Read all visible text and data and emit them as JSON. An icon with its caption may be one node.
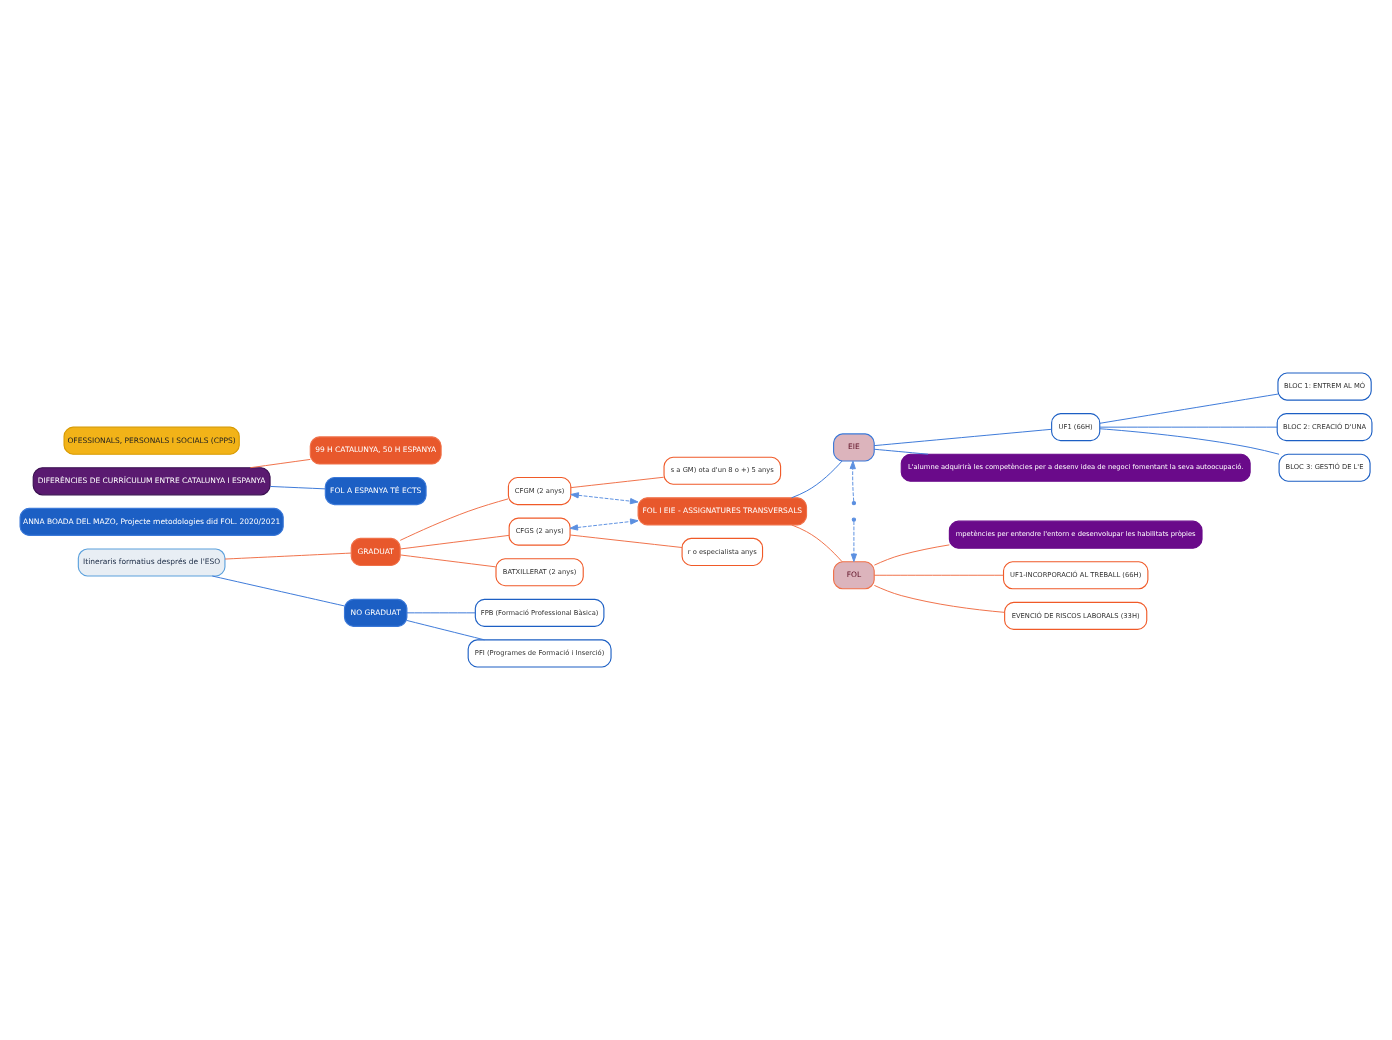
{
  "diagram": {
    "nodes": [
      {
        "text": [
          "Itineraris formatius després de l'ESO"
        ]
      },
      {
        "text": [
          "GRADUAT"
        ]
      },
      {
        "text": [
          "BATXILLERAT (2 anys)"
        ]
      },
      {
        "text": [
          "CFGM (2 anys)"
        ]
      },
      {
        "text": [
          "s a GM) ota d'un 8 o +) 5 anys"
        ]
      },
      {
        "text": [
          "CFGS (2 anys)"
        ]
      },
      {
        "text": [
          "r o especialista anys"
        ]
      },
      {
        "text": [
          "NO GRADUAT"
        ]
      },
      {
        "text": [
          "PFI (Programes de Formació i Inserció)"
        ]
      },
      {
        "text": [
          "FPB (Formació Professional Bàsica)"
        ]
      },
      {
        "text": [
          "ANNA BOADA DEL MAZO, Projecte metodologies did FOL. 2020/2021"
        ]
      },
      {
        "text": [
          "FOL I EIE - ASSIGNATURES TRANSVERSALS"
        ]
      },
      {
        "text": [
          "FOL"
        ]
      },
      {
        "text": [
          "mpetències per entendre l'entorn e desenvolupar les habilitats pròpies"
        ]
      },
      {
        "text": [
          "UF1-INCORPORACIÓ AL TREBALL (66H)"
        ]
      },
      {
        "text": [
          "EVENCIÓ DE RISCOS LABORALS (33H)"
        ]
      },
      {
        "text": [
          "EIE"
        ]
      },
      {
        "text": [
          "L'alumne adquirirà les competències per a desenv idea de negoci fomentant la seva autoocupació."
        ]
      },
      {
        "text": [
          "UF1 (66H)"
        ]
      },
      {
        "text": [
          "BLOC 1: ENTREM AL MÓ"
        ]
      },
      {
        "text": [
          "BLOC 2: CREACIÓ D'UNA"
        ]
      },
      {
        "text": [
          "BLOC 3: GESTIÓ DE L'E"
        ]
      },
      {
        "text": [
          "DIFERÈNCIES DE CURRÍCULUM ENTRE CATALUNYA I ESPANYA"
        ]
      },
      {
        "text": [
          "99 H CATALUNYA, 50 H ESPANYA"
        ]
      },
      {
        "text": [
          "FOL A ESPANYA TÉ ECTS"
        ]
      },
      {
        "text": [
          "OFESSIONALS, PERSONALS I SOCIALS (CPPS)"
        ]
      }
    ],
    "edges": [
      {
        "from": 0,
        "to": 1,
        "arrow": "none",
        "color": "#f07048"
      },
      {
        "from": 1,
        "to": 2,
        "arrow": "none",
        "color": "#f07048"
      },
      {
        "from": 1,
        "to": 3,
        "arrow": "none",
        "color": "#f07048"
      },
      {
        "from": 1,
        "to": 5,
        "arrow": "none",
        "color": "#f07048"
      },
      {
        "from": 3,
        "to": 4,
        "arrow": "none",
        "color": "#f07048"
      },
      {
        "from": 5,
        "to": 6,
        "arrow": "none",
        "color": "#f07048"
      },
      {
        "from": 0,
        "to": 7,
        "arrow": "none",
        "color": "#3a78d8"
      },
      {
        "from": 7,
        "to": 8,
        "arrow": "none",
        "color": "#3a78d8"
      },
      {
        "from": 7,
        "to": 9,
        "arrow": "none",
        "color": "#3a78d8"
      },
      {
        "from": 11,
        "to": 12,
        "arrow": "none",
        "color": "#f07048"
      },
      {
        "from": 12,
        "to": 13,
        "arrow": "none",
        "color": "#f07048"
      },
      {
        "from": 12,
        "to": 14,
        "arrow": "none",
        "color": "#f07048"
      },
      {
        "from": 12,
        "to": 15,
        "arrow": "none",
        "color": "#f07048"
      },
      {
        "from": 11,
        "to": 16,
        "arrow": "none",
        "color": "#3a78d8"
      },
      {
        "from": 16,
        "to": 17,
        "arrow": "none",
        "color": "#3a78d8"
      },
      {
        "from": 16,
        "to": 18,
        "arrow": "none",
        "color": "#3a78d8"
      },
      {
        "from": 18,
        "to": 19,
        "arrow": "none",
        "color": "#3a78d8"
      },
      {
        "from": 18,
        "to": 20,
        "arrow": "none",
        "color": "#3a78d8"
      },
      {
        "from": 18,
        "to": 21,
        "arrow": "none",
        "color": "#3a78d8"
      },
      {
        "from": 22,
        "to": 23,
        "arrow": "none",
        "color": "#f07048"
      },
      {
        "from": 22,
        "to": 24,
        "arrow": "none",
        "color": "#3a78d8"
      },
      {
        "from": 3,
        "to": 11,
        "arrow": "both",
        "style": "dashed",
        "color": "#5b8fe0"
      },
      {
        "from": 5,
        "to": 11,
        "arrow": "both",
        "style": "dashed",
        "color": "#5b8fe0"
      },
      {
        "from": null,
        "to": 12,
        "arrow": "to",
        "style": "dashed",
        "color": "#5b8fe0"
      },
      {
        "from": null,
        "to": 16,
        "arrow": "to",
        "style": "dashed",
        "color": "#5b8fe0"
      }
    ]
  }
}
